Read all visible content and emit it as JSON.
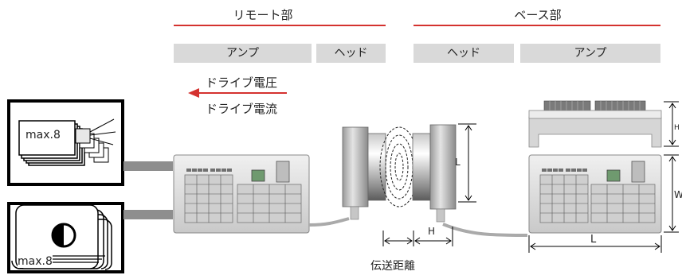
{
  "remote": {
    "title": "リモート部",
    "amp": "アンプ",
    "head": "ヘッド"
  },
  "base": {
    "title": "ベース部",
    "head": "ヘッド",
    "amp": "アンプ"
  },
  "signals": {
    "voltage": "ドライブ電圧",
    "current": "ドライブ電流"
  },
  "inputs": {
    "upper_max": "max.8",
    "lower_max": "max.8"
  },
  "dims": {
    "head_L": "L",
    "head_H": "H",
    "amp_H": "H",
    "amp_W": "W",
    "amp_L": "L"
  },
  "distance_label": "伝送距離",
  "colors": {
    "accent": "#d4322f",
    "label_bg": "#d9d9d9"
  }
}
